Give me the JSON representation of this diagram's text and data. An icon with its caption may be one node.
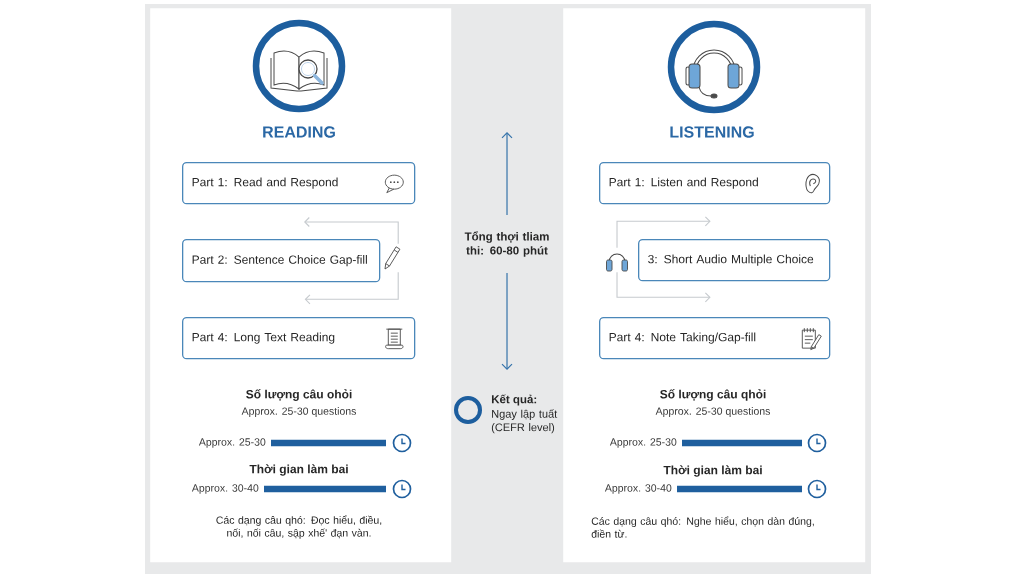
{
  "diagram": {
    "nodes": [
      {
        "text": [
          "READING",
          "Số lượng câu ohỏi",
          "Approx. 25-30 questions",
          "Approx. 25-30",
          "Thời gian làm bai",
          "Approx. 30-40",
          "Các dạng câu qhó: Đọc hiểu, điều, nối, nối câu, sập xhế' đạn vàn."
        ]
      },
      {
        "text": [
          "Part 1: Read and Respond"
        ],
        "in": 0
      },
      {
        "text": [
          "Part 2: Sentence Choice Gap-fill"
        ],
        "in": 0
      },
      {
        "text": [],
        "shape": "picture",
        "in": 0
      },
      {
        "text": [
          "Part 4: Long Text Reading"
        ],
        "in": 0
      },
      {
        "text": [
          "LISTENING",
          "Số lượng câu qhỏi",
          "Approx. 25-30 questions",
          "Approx. 25-30",
          "Thời gian làm bai",
          "Approx. 30-40",
          "Các dạng câu qhó: Nghe hiểu, chọn dàn đúng, điền từ."
        ]
      },
      {
        "text": [
          "Part 1: Listen and Respond"
        ],
        "in": 5
      },
      {
        "text": [],
        "shape": "picture",
        "in": 5
      },
      {
        "text": [
          "3: Short Audio Multiple Choice"
        ],
        "in": 5
      },
      {
        "text": [
          "Part 4: Note Taking/Gap-fill"
        ],
        "in": 5
      }
    ],
    "edges": [
      {
        "from": 3,
        "to": null,
        "arrow": "to"
      },
      {
        "from": 3,
        "to": 2,
        "arrow": "to"
      },
      {
        "from": 7,
        "to": 6,
        "arrow": "to"
      },
      {
        "from": 7,
        "to": 8,
        "arrow": "to"
      }
    ],
    "labels": [
      "Tổng thợi tliam thi: 60-80 phút",
      "Kết quả:",
      "Ngay lập tuất (CEFR level)"
    ]
  }
}
